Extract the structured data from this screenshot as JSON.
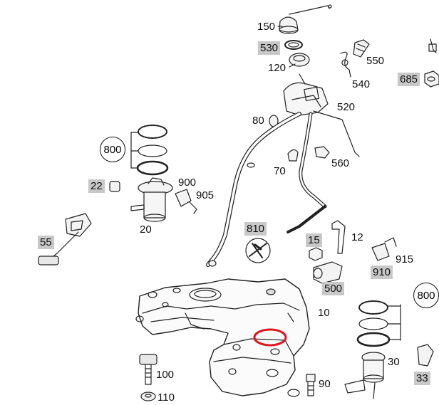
{
  "diagram": {
    "accent_color": "#e0141e",
    "highlight_color": "#c8c8c8",
    "labels": {
      "p150": "150",
      "p530": "530",
      "p550": "550",
      "p120": "120",
      "p540": "540",
      "p685": "685",
      "p520": "520",
      "p80": "80",
      "p800a": "800",
      "p560": "560",
      "p70": "70",
      "p22": "22",
      "p900": "900",
      "p905": "905",
      "p20": "20",
      "p55": "55",
      "p810": "810",
      "p15": "15",
      "p12": "12",
      "p915": "915",
      "p910": "910",
      "p500": "500",
      "p800b": "800",
      "p10": "10",
      "p30": "30",
      "p100": "100",
      "p90": "90",
      "p33": "33",
      "p110": "110"
    }
  }
}
